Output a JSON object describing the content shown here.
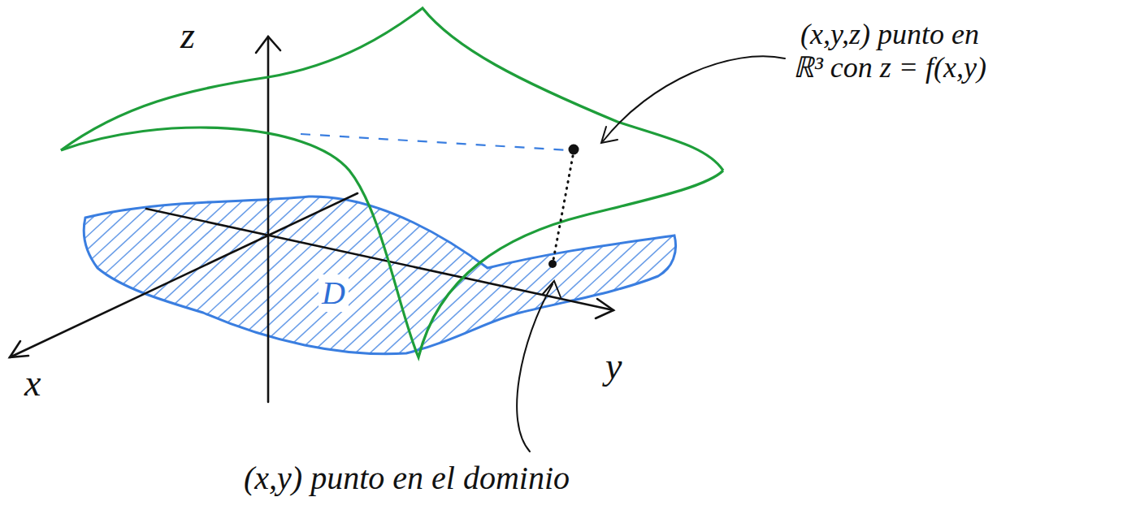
{
  "diagram": {
    "labels": [
      "z",
      "x",
      "y",
      "D",
      "(x,y,z) punto en ℝ³ con z = f(x,y)",
      "(x,y) punto en el dominio"
    ]
  }
}
